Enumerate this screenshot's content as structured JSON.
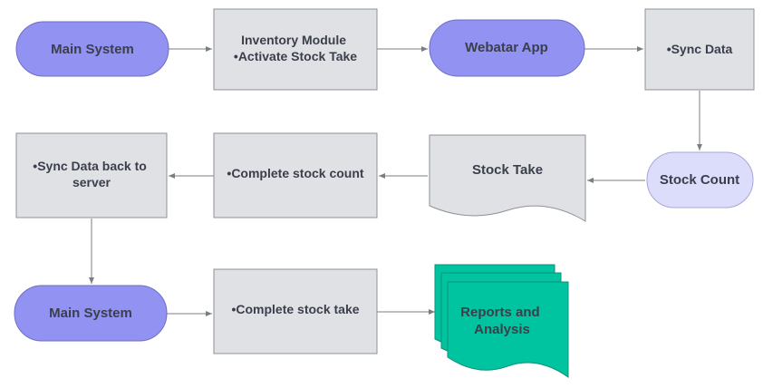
{
  "nodes": {
    "main_system_1": {
      "lines": [
        "Main System"
      ]
    },
    "inventory_module": {
      "lines": [
        "Inventory Module",
        "•Activate Stock Take"
      ]
    },
    "webatar_app": {
      "lines": [
        "Webatar App"
      ]
    },
    "sync_data": {
      "lines": [
        "•Sync Data"
      ]
    },
    "stock_count": {
      "lines": [
        "Stock Count"
      ]
    },
    "stock_take": {
      "lines": [
        "Stock Take"
      ]
    },
    "complete_stock_count": {
      "lines": [
        "•Complete stock count"
      ]
    },
    "sync_back": {
      "lines": [
        "•Sync Data back to",
        "server"
      ]
    },
    "main_system_2": {
      "lines": [
        "Main System"
      ]
    },
    "complete_stock_take": {
      "lines": [
        "•Complete stock take"
      ]
    },
    "reports": {
      "lines": [
        "Reports and",
        "Analysis"
      ]
    }
  },
  "colors": {
    "pill_dark": "#9292f3",
    "pill_light": "#dcdcfb",
    "process_box": "#dfe1e5",
    "multi_document": "#00c4a0",
    "text": "#3a3f4b",
    "connector": "#7a7d82"
  }
}
